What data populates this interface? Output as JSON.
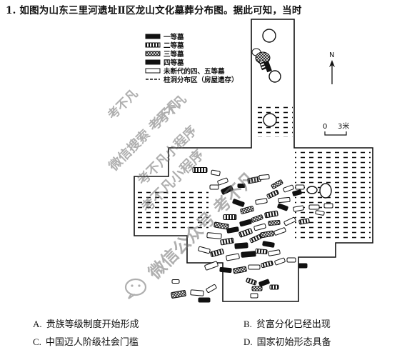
{
  "question": {
    "number": "1.",
    "stem": "如图为山东三里河遗址Ⅱ区龙山文化墓葬分布图。据此可知，当时"
  },
  "legend": {
    "items": [
      {
        "key": "grade1",
        "label": "一等墓"
      },
      {
        "key": "grade2",
        "label": "二等墓"
      },
      {
        "key": "grade3",
        "label": "三等墓"
      },
      {
        "key": "grade4",
        "label": "四等墓"
      },
      {
        "key": "ungraded",
        "label": "未断代的四、五等墓"
      },
      {
        "key": "dwelling",
        "label": "柱洞分布区（房屋遗存）"
      }
    ]
  },
  "compass": {
    "label": "N"
  },
  "scale": {
    "zero": "0",
    "length": "3米"
  },
  "watermarks": {
    "a": "考不凡",
    "b": "考不凡",
    "c": "微信搜索 考不凡",
    "d": "考不凡小程序",
    "e": "考不凡小程序",
    "f": "微信公众号 考不凡"
  },
  "options": [
    {
      "letter": "A.",
      "text": "贵族等级制度开始形成"
    },
    {
      "letter": "B.",
      "text": "贫富分化已经出现"
    },
    {
      "letter": "C.",
      "text": "中国迈人阶级社会门槛"
    },
    {
      "letter": "D.",
      "text": "国家初始形态具备"
    }
  ]
}
